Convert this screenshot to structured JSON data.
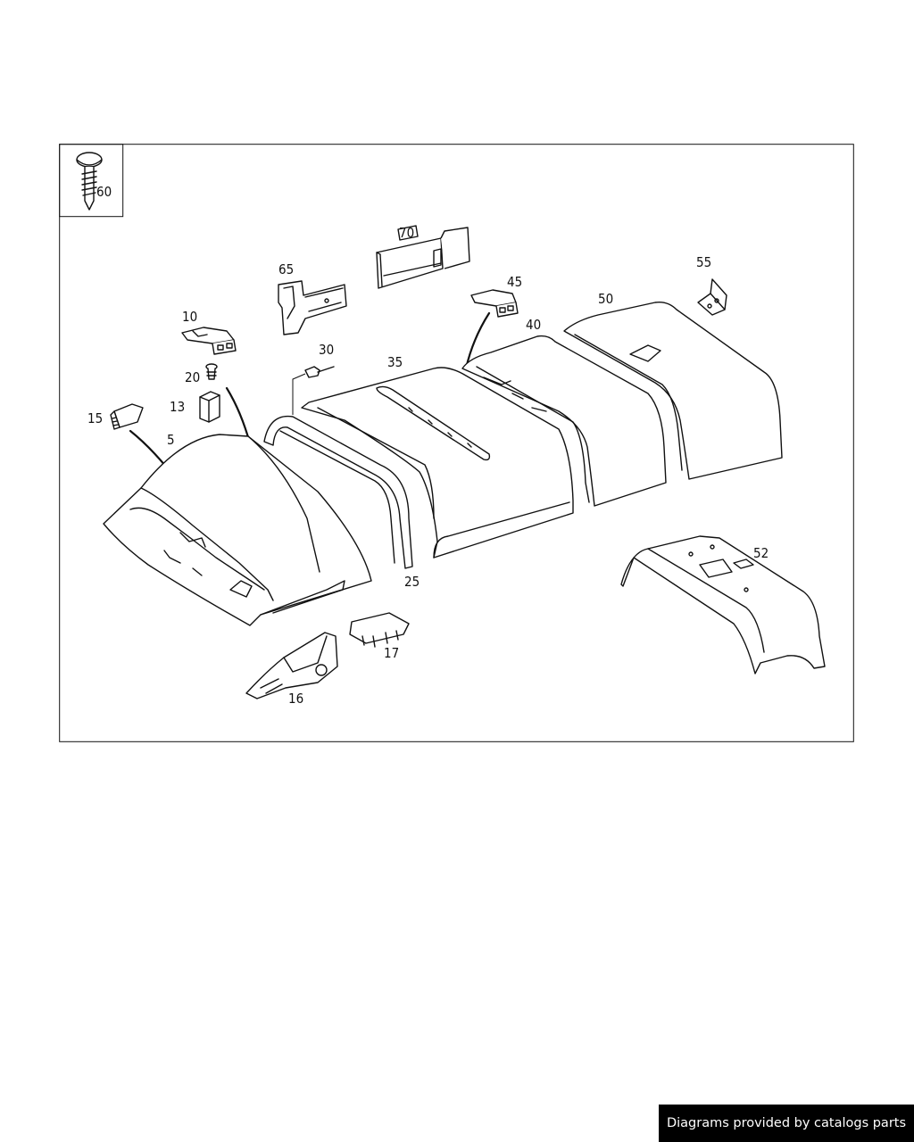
{
  "diagram": {
    "labels": {
      "p60": "60",
      "p70": "70",
      "p65": "65",
      "p45": "45",
      "p55": "55",
      "p50": "50",
      "p10": "10",
      "p40": "40",
      "p30": "30",
      "p35": "35",
      "p20": "20",
      "p13": "13",
      "p15": "15",
      "p5": "5",
      "p25": "25",
      "p52": "52",
      "p17": "17",
      "p16": "16"
    }
  },
  "footer": {
    "text": "Diagrams provided by catalogs parts"
  }
}
